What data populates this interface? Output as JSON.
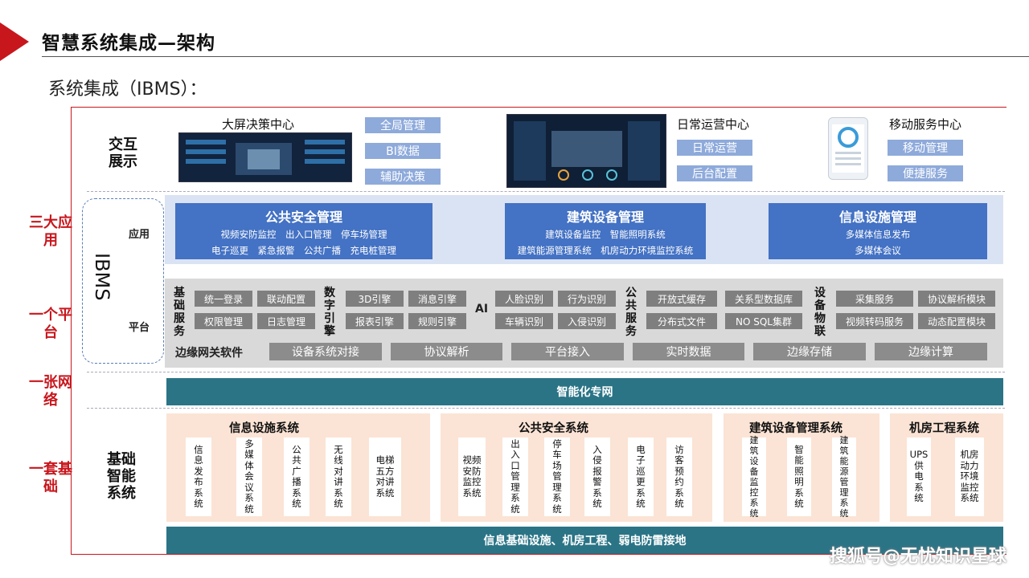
{
  "title": "智慧系统集成—架构",
  "subtitle": "系统集成（IBMS）：",
  "side_labels": [
    "三大应用",
    "一个平台",
    "一张网络",
    "一套基础"
  ],
  "rows": {
    "interaction": "交互展示",
    "foundation": "基础智能系统"
  },
  "ibms": {
    "label": "IBMS",
    "app_label": "应用",
    "platform_label": "平台"
  },
  "display": {
    "big_screen": {
      "title": "大屏决策中心",
      "chips": [
        "全局管理",
        "BI数据",
        "辅助决策"
      ]
    },
    "daily_ops": {
      "title": "日常运营中心",
      "chips": [
        "日常运营",
        "后台配置"
      ]
    },
    "mobile": {
      "title": "移动服务中心",
      "chips": [
        "移动管理",
        "便捷服务"
      ]
    }
  },
  "apps": [
    {
      "title": "公共安全管理",
      "line1": "视频安防监控　出入口管理　停车场管理",
      "line2": "电子巡更　紧急报警　公共广播　充电桩管理"
    },
    {
      "title": "建筑设备管理",
      "line1": "建筑设备监控　智能照明系统",
      "line2": "建筑能源管理系统　机房动力环境监控系统"
    },
    {
      "title": "信息设施管理",
      "line1": "多媒体信息发布",
      "line2": "多媒体会议"
    }
  ],
  "platform": {
    "basic_services": {
      "label": "基础服务",
      "items": [
        "统一登录",
        "联动配置",
        "权限管理",
        "日志管理"
      ]
    },
    "data_engine": {
      "label": "数字引擎",
      "items": [
        "3D引擎",
        "消息引擎",
        "报表引擎",
        "规则引擎"
      ]
    },
    "ai": {
      "label": "AI",
      "items": [
        "人脸识别",
        "行为识别",
        "车辆识别",
        "入侵识别"
      ]
    },
    "public_services": {
      "label": "公共服务",
      "items": [
        "开放式缓存",
        "关系型数据库",
        "分布式文件",
        "NO SQL集群"
      ]
    },
    "iot": {
      "label": "设备物联",
      "items": [
        "采集服务",
        "协议解析模块",
        "视频转码服务",
        "动态配置模块"
      ]
    },
    "edge": {
      "label": "边缘网关软件",
      "items": [
        "设备系统对接",
        "协议解析",
        "平台接入",
        "实时数据",
        "边缘存储",
        "边缘计算"
      ]
    }
  },
  "network": "智能化专网",
  "foundation_groups": [
    {
      "title": "信息设施系统",
      "cards": [
        "信息发布系统",
        "多媒体会议系统",
        "公共广播系统",
        "无线对讲系统",
        "电梯五方对讲系统"
      ]
    },
    {
      "title": "公共安全系统",
      "cards": [
        "视频安防监控系统",
        "出入口管理系统",
        "停车场管理系统",
        "入侵报警系统",
        "电子巡更系统",
        "访客预约系统"
      ]
    },
    {
      "title": "建筑设备管理系统",
      "cards": [
        "建筑设备监控系统",
        "智能照明系统",
        "建筑能源管理系统"
      ]
    },
    {
      "title": "机房工程系统",
      "cards": [
        "UPS供电系统",
        "机房动力环境监控系统"
      ]
    }
  ],
  "infrastructure": "信息基础设施、机房工程、弱电防雷接地",
  "watermark": "搜狐号@无忧知识星球",
  "colors": {
    "accent_red": "#c8161d",
    "app_blue": "#4472c4",
    "teal": "#2a7486",
    "peach": "#fbe4d5",
    "chip_blue": "#8eaadb"
  }
}
